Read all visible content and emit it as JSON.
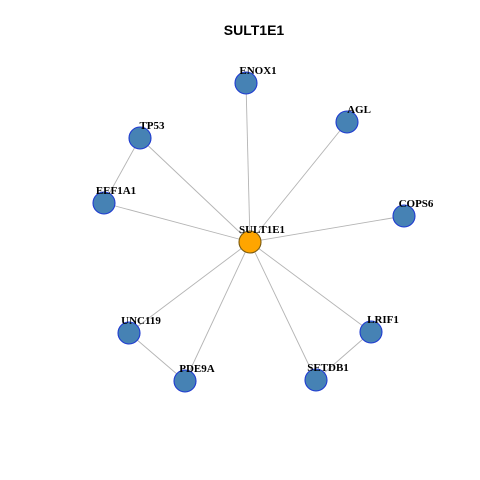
{
  "title": "SULT1E1",
  "colors": {
    "hub_fill": "#FFA500",
    "hub_stroke": "#7a5a10",
    "node_fill": "#4682B4",
    "node_stroke": "#1f3bd1",
    "edge": "#b4b4b4"
  },
  "network": {
    "nodes": [
      {
        "id": "SULT1E1",
        "label": "SULT1E1",
        "type": "hub"
      },
      {
        "id": "ENOX1",
        "label": "ENOX1",
        "type": "neighbor"
      },
      {
        "id": "AGL",
        "label": "AGL",
        "type": "neighbor"
      },
      {
        "id": "TP53",
        "label": "TP53",
        "type": "neighbor"
      },
      {
        "id": "EEF1A1",
        "label": "EEF1A1",
        "type": "neighbor"
      },
      {
        "id": "COPS6",
        "label": "COPS6",
        "type": "neighbor"
      },
      {
        "id": "UNC119",
        "label": "UNC119",
        "type": "neighbor"
      },
      {
        "id": "LRIF1",
        "label": "LRIF1",
        "type": "neighbor"
      },
      {
        "id": "PDE9A",
        "label": "PDE9A",
        "type": "neighbor"
      },
      {
        "id": "SETDB1",
        "label": "SETDB1",
        "type": "neighbor"
      }
    ],
    "edges": [
      {
        "source": "SULT1E1",
        "target": "ENOX1"
      },
      {
        "source": "SULT1E1",
        "target": "AGL"
      },
      {
        "source": "SULT1E1",
        "target": "TP53"
      },
      {
        "source": "SULT1E1",
        "target": "EEF1A1"
      },
      {
        "source": "SULT1E1",
        "target": "COPS6"
      },
      {
        "source": "SULT1E1",
        "target": "UNC119"
      },
      {
        "source": "SULT1E1",
        "target": "LRIF1"
      },
      {
        "source": "SULT1E1",
        "target": "PDE9A"
      },
      {
        "source": "SULT1E1",
        "target": "SETDB1"
      },
      {
        "source": "TP53",
        "target": "EEF1A1"
      },
      {
        "source": "UNC119",
        "target": "PDE9A"
      },
      {
        "source": "LRIF1",
        "target": "SETDB1"
      }
    ]
  }
}
